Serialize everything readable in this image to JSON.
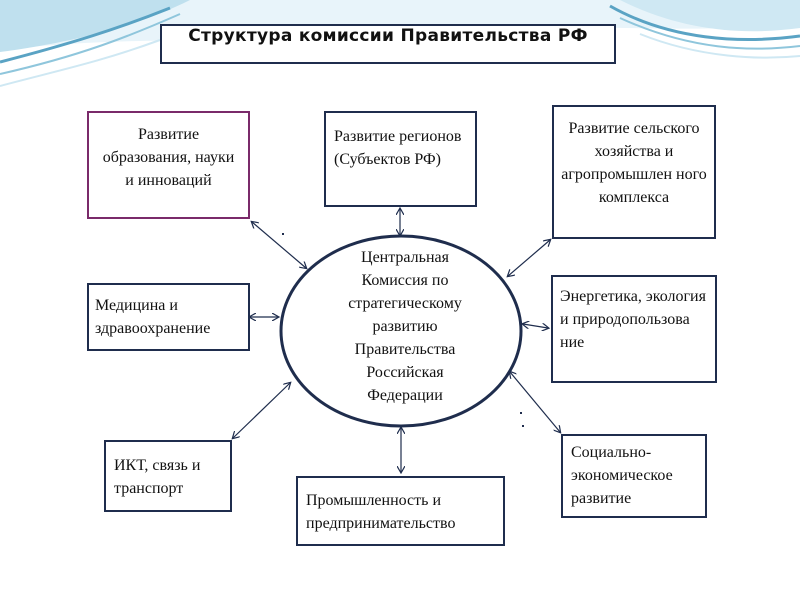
{
  "title": "Структура комиссии Правительства РФ",
  "center": {
    "line1": "Центральная",
    "line2": "Комиссия по",
    "line3": "стратегическому",
    "line4": "развитию",
    "line5": "Правительства",
    "line6": "Российская",
    "line7": "Федерации"
  },
  "nodes": {
    "education": "Развитие образования, науки и инноваций",
    "regions": "Развитие регионов (Субъектов РФ)",
    "agriculture": "Развитие сельского хозяйства и агропромышлен ного комплекса",
    "medicine": "Медицина и здравоохранение",
    "energy": "Энергетика, экология и природопользова ние",
    "ict": "ИКТ, связь и транспорт",
    "industry": "Промышленность и предпринимательство",
    "social": "Социально-экономическое развитие"
  },
  "colors": {
    "border": "#1f2d4d",
    "education_border": "#7a2a6a",
    "wave_light": "#cfe8f3",
    "wave_mid": "#8fc6dc",
    "wave_dark": "#5aa3c4"
  }
}
